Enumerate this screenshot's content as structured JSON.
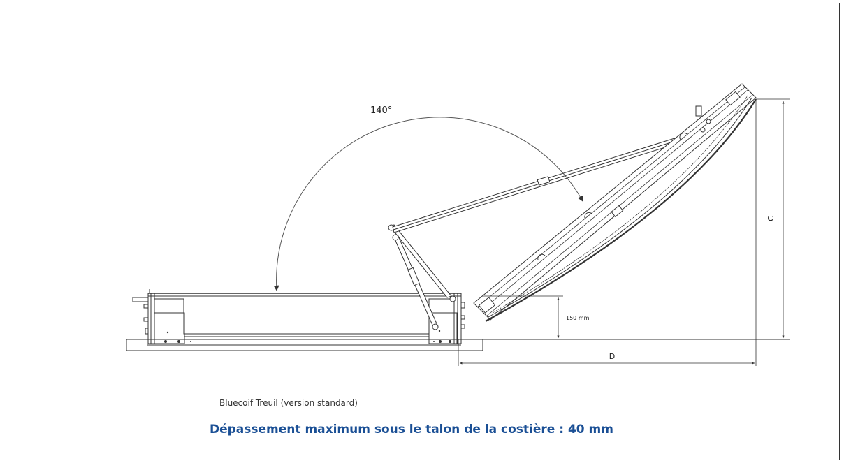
{
  "drawing": {
    "angle_label": "140°",
    "dim_150_label": "150 mm",
    "dim_c_label": "C",
    "dim_d_label": "D"
  },
  "caption": "Bluecoif Treuil (version standard)",
  "note": "Dépassement maximum sous le talon de la costière : 40 mm",
  "colors": {
    "line": "#333333",
    "note": "#1a4f95"
  }
}
